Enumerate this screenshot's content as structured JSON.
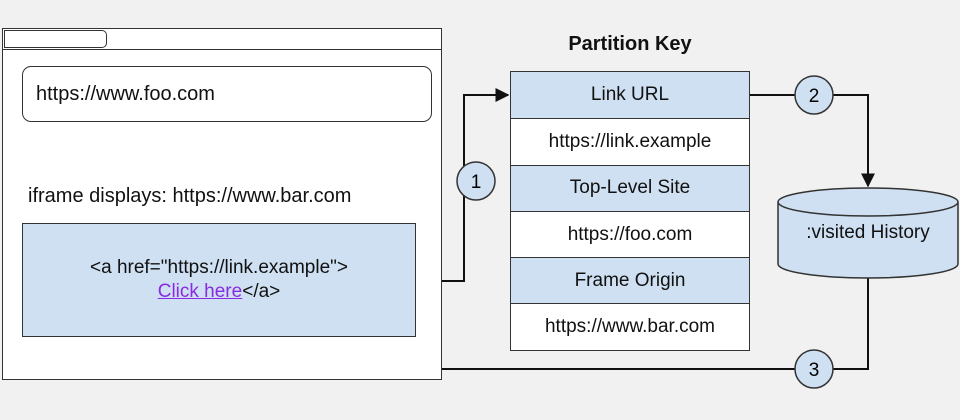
{
  "browser": {
    "url": "https://www.foo.com",
    "iframe_caption": "iframe displays: https://www.bar.com",
    "iframe_code_line1": "<a href=\"https://link.example\">",
    "iframe_link_text": "Click here",
    "iframe_code_close": "</a>"
  },
  "partition_key": {
    "title": "Partition Key",
    "rows": [
      {
        "label": "Link URL",
        "type": "header"
      },
      {
        "label": "https://link.example",
        "type": "value"
      },
      {
        "label": "Top-Level Site",
        "type": "header"
      },
      {
        "label": "https://foo.com",
        "type": "value"
      },
      {
        "label": "Frame Origin",
        "type": "header"
      },
      {
        "label": "https://www.bar.com",
        "type": "value"
      }
    ]
  },
  "storage": {
    "label": ":visited History"
  },
  "steps": [
    "1",
    "2",
    "3"
  ],
  "colors": {
    "header_fill": "#cfe0f3",
    "link": "#8a2be2",
    "stroke": "#333333",
    "canvas": "#f1f1f1"
  }
}
